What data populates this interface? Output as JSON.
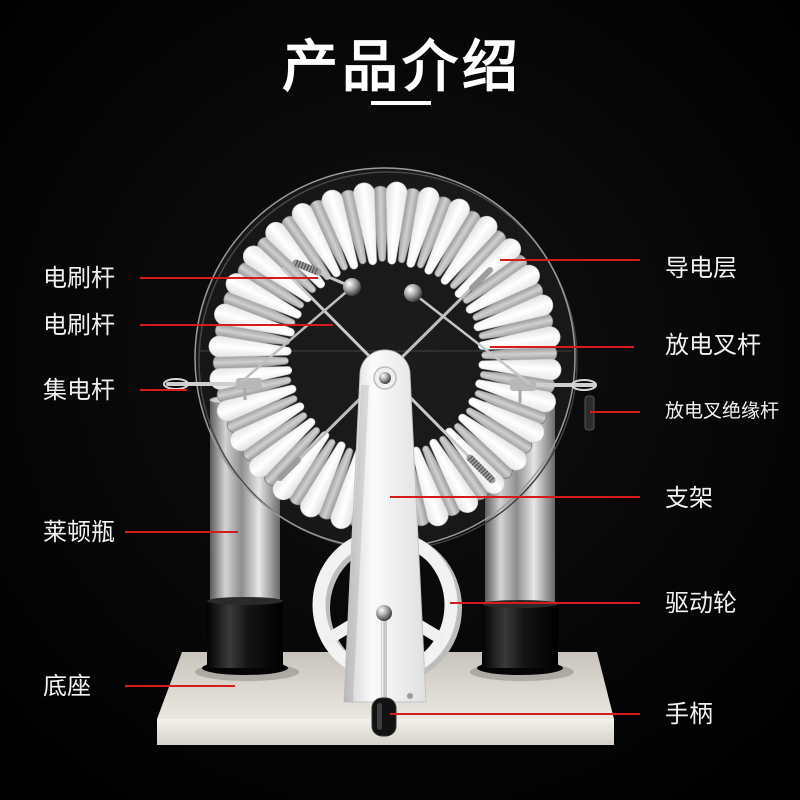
{
  "title": "产品介绍",
  "labels": {
    "left": [
      "电刷杆",
      "电刷杆",
      "集电杆",
      "莱顿瓶",
      "底座"
    ],
    "right": [
      "导电层",
      "放电叉杆",
      "放电叉绝缘杆",
      "支架",
      "驱动轮",
      "手柄"
    ]
  },
  "colors": {
    "background": "#000000",
    "label_text": "#f2f2f2",
    "leader_line": "#d41c1c"
  }
}
